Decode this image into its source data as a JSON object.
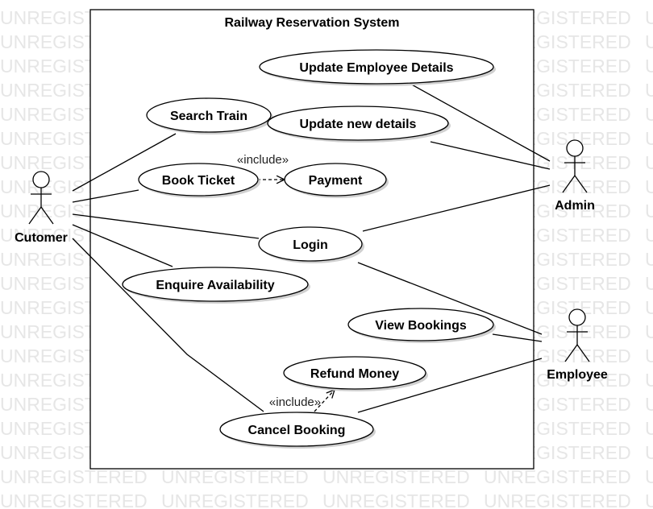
{
  "watermark": "UNREGISTERED",
  "system": {
    "title": "Railway Reservation System"
  },
  "actors": [
    {
      "id": "customer",
      "label": "Cutomer"
    },
    {
      "id": "admin",
      "label": "Admin"
    },
    {
      "id": "employee",
      "label": "Employee"
    }
  ],
  "use_cases": [
    {
      "id": "update-employee-details",
      "label": "Update Employee Details"
    },
    {
      "id": "search-train",
      "label": "Search Train"
    },
    {
      "id": "update-new-details",
      "label": "Update new details"
    },
    {
      "id": "book-ticket",
      "label": "Book Ticket"
    },
    {
      "id": "payment",
      "label": "Payment"
    },
    {
      "id": "login",
      "label": "Login"
    },
    {
      "id": "enquire-availability",
      "label": "Enquire Availability"
    },
    {
      "id": "view-bookings",
      "label": "View Bookings"
    },
    {
      "id": "refund-money",
      "label": "Refund Money"
    },
    {
      "id": "cancel-booking",
      "label": "Cancel Booking"
    }
  ],
  "includes": [
    {
      "from": "book-ticket",
      "to": "payment",
      "label": "«include»"
    },
    {
      "from": "cancel-booking",
      "to": "refund-money",
      "label": "«include»"
    }
  ],
  "associations": [
    {
      "actor": "customer",
      "use_case": "search-train"
    },
    {
      "actor": "customer",
      "use_case": "book-ticket"
    },
    {
      "actor": "customer",
      "use_case": "login"
    },
    {
      "actor": "customer",
      "use_case": "enquire-availability"
    },
    {
      "actor": "customer",
      "use_case": "cancel-booking"
    },
    {
      "actor": "admin",
      "use_case": "update-employee-details"
    },
    {
      "actor": "admin",
      "use_case": "update-new-details"
    },
    {
      "actor": "admin",
      "use_case": "login"
    },
    {
      "actor": "employee",
      "use_case": "login"
    },
    {
      "actor": "employee",
      "use_case": "view-bookings"
    },
    {
      "actor": "employee",
      "use_case": "cancel-booking"
    }
  ]
}
